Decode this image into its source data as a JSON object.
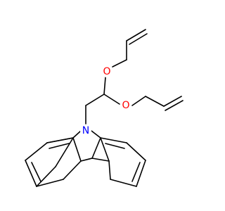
{
  "molecule": {
    "atoms": {
      "n": {
        "symbol": "N",
        "color": "#0000ff"
      },
      "o_upper": {
        "symbol": "O",
        "color": "#ff0000"
      },
      "o_lower": {
        "symbol": "O",
        "color": "#ff0000"
      }
    },
    "bond_color": "#000000"
  }
}
